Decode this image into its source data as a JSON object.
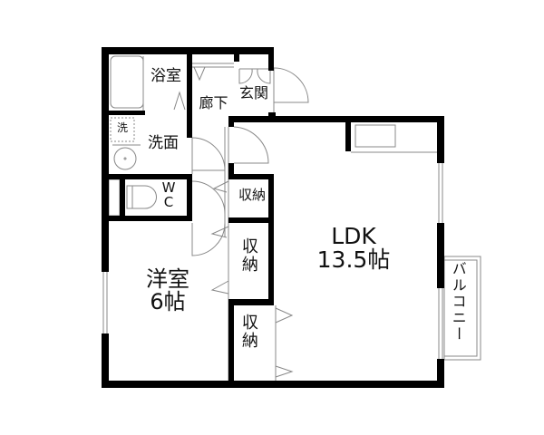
{
  "plan": {
    "rooms": {
      "bath": {
        "label": "浴室"
      },
      "corridor": {
        "label": "廊下"
      },
      "entrance": {
        "label": "玄関"
      },
      "washer": {
        "label": "洗"
      },
      "washroom": {
        "label": "洗面"
      },
      "wc": {
        "label_line1": "W",
        "label_line2": "C"
      },
      "storage_small": {
        "label": "収納"
      },
      "storage_mid": {
        "label": "収納"
      },
      "storage_low": {
        "label": "収納"
      },
      "western_room": {
        "name": "洋室",
        "size": "6帖"
      },
      "ldk": {
        "name": "LDK",
        "size": "13.5帖"
      },
      "balcony": {
        "label": "バルコニー"
      }
    },
    "colors": {
      "wall": "#000000",
      "line": "#888888",
      "background": "#ffffff"
    }
  }
}
